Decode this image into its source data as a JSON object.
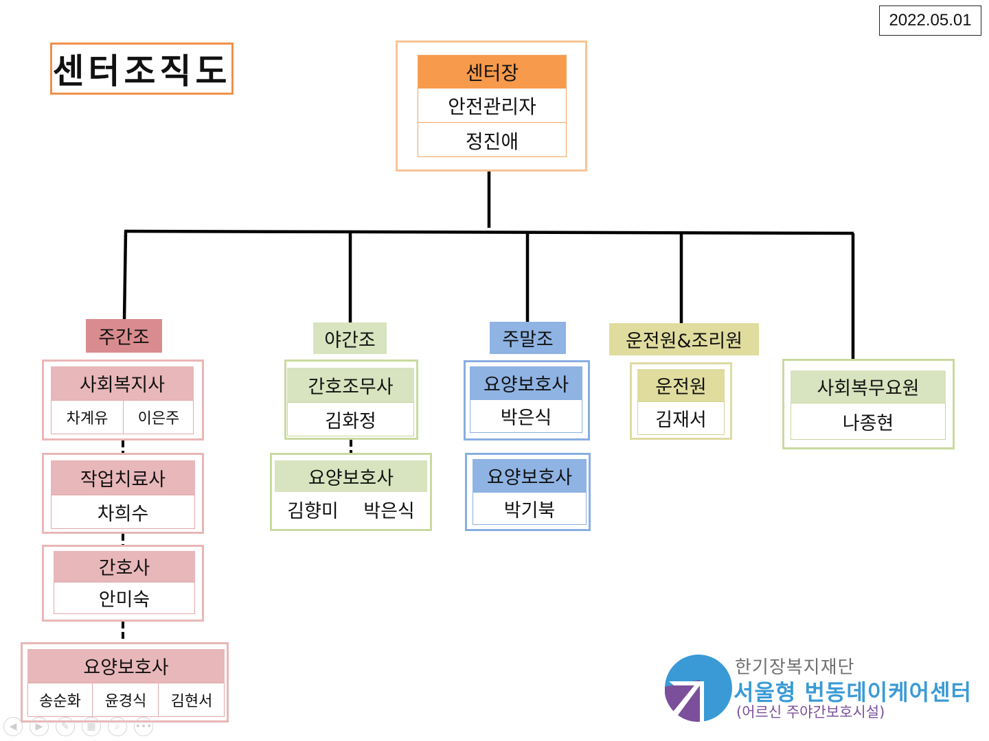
{
  "date": "2022.05.01",
  "title": "센터조직도",
  "center_head": {
    "title": "센터장",
    "role": "안전관리자",
    "name": "정진애"
  },
  "day_shift": {
    "label": "주간조",
    "social_worker": {
      "title": "사회복지사",
      "names": [
        "차계유",
        "이은주"
      ]
    },
    "occupational_therapist": {
      "title": "작업치료사",
      "name": "차희수"
    },
    "nurse": {
      "title": "간호사",
      "name": "안미숙"
    },
    "caregiver": {
      "title": "요양보호사",
      "names": [
        "송순화",
        "윤경식",
        "김현서"
      ]
    }
  },
  "night_shift": {
    "label": "야간조",
    "nurse_aide": {
      "title": "간호조무사",
      "name": "김화정"
    },
    "caregiver": {
      "title": "요양보호사",
      "names": [
        "김향미",
        "박은식"
      ]
    }
  },
  "weekend_shift": {
    "label": "주말조",
    "caregiver_1": {
      "title": "요양보호사",
      "name": "박은식"
    },
    "caregiver_2": {
      "title": "요양보호사",
      "name": "박기북"
    }
  },
  "driver_cook": {
    "label": "운전원&조리원",
    "driver": {
      "title": "운전원",
      "name": "김재서"
    }
  },
  "social_service": {
    "title": "사회복무요원",
    "name": "나종현"
  },
  "logo": {
    "line1": "한기장복지재단",
    "line2": "서울형 번동데이케어센터",
    "line3": "(어르신 주야간보호시설)",
    "colors": {
      "blue": "#3a9ad6",
      "purple": "#7b4f9a",
      "gray": "#6f6f6f"
    }
  },
  "slideshow_toolbar": {
    "icons": [
      "prev-icon",
      "next-icon",
      "pen-icon",
      "slides-icon",
      "zoom-icon",
      "more-icon"
    ]
  },
  "colors": {
    "center_head": "#f79a4b",
    "day": "#e8b7b9",
    "night": "#d8e3bf",
    "weekend": "#8fb3e3",
    "driver": "#e0dc9e"
  }
}
